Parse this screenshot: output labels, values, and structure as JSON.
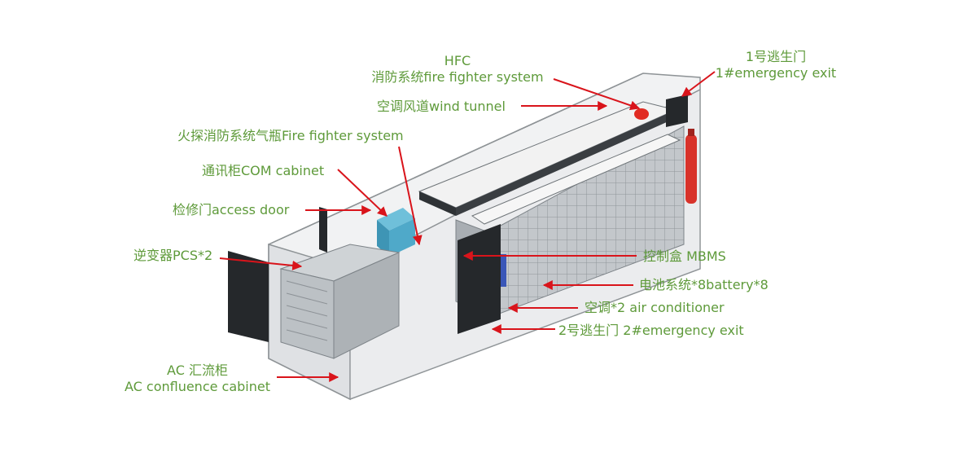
{
  "colors": {
    "label_text": "#5e9a3a",
    "pointer": "#d9141b",
    "container_frame": "#8e9396",
    "battery_rack": "#b9bec2",
    "cooling_unit": "#4fa9c9",
    "extinguisher": "#d8322a",
    "door_panel": "#25282b",
    "control_box": "#3a57b8"
  },
  "labels": {
    "hfc": {
      "line1": "HFC",
      "line2": "消防系统fire fighter system"
    },
    "exit1": {
      "line1": "1号逃生门",
      "line2": "1#emergency exit"
    },
    "wind_tunnel": "空调风道wind tunnel",
    "gas_cylinder": "火探消防系统气瓶Fire fighter system",
    "com_cabinet": "通讯柜COM cabinet",
    "access_door": "检修门access door",
    "pcs": "逆变器PCS*2",
    "mbms": "控制盒 MBMS",
    "battery": "电池系统*8battery*8",
    "air_conditioner": "空调*2 air conditioner",
    "exit2": "2号逃生门 2#emergency exit",
    "ac_cabinet": {
      "line1": "AC 汇流柜",
      "line2": "AC confluence cabinet"
    }
  },
  "icons": [
    "container-frame-icon",
    "battery-rack-icon",
    "cooling-unit-icon",
    "fire-extinguisher-icon",
    "emergency-door-icon",
    "control-box-icon",
    "pcs-cabinet-icon",
    "pointer-arrow-icon"
  ]
}
